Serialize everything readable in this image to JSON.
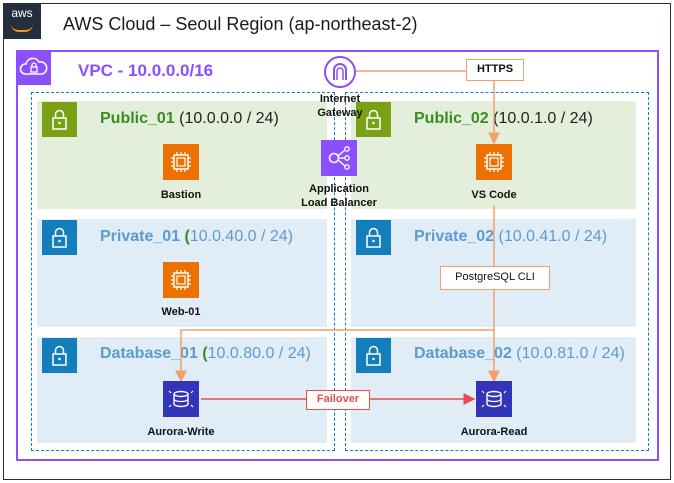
{
  "cloud": {
    "title": "AWS Cloud – Seoul Region (ap-northeast-2)",
    "logo_text": "aws"
  },
  "vpc": {
    "title": "VPC - 10.0.0.0/16"
  },
  "internet_gateway": {
    "label_line1": "Internet",
    "label_line2": "Gateway"
  },
  "load_balancer": {
    "label_line1": "Application",
    "label_line2": "Load Balancer"
  },
  "subnets": {
    "public_01": {
      "name": "Public_01",
      "cidr": " (10.0.0.0 / 24)"
    },
    "public_02": {
      "name": "Public_02",
      "cidr": " (10.0.1.0 / 24)"
    },
    "private_01": {
      "name": "Private_01",
      "cidr_open": " (",
      "cidr": "10.0.40.0 / 24)"
    },
    "private_02": {
      "name": "Private_02",
      "cidr": " (10.0.41.0 / 24)"
    },
    "database_01": {
      "name": "Database_01",
      "cidr_open": " (",
      "cidr": "10.0.80.0 / 24)"
    },
    "database_02": {
      "name": "Database_02",
      "cidr": " (10.0.81.0 / 24)"
    }
  },
  "instances": {
    "bastion": "Bastion",
    "vs_code": "VS Code",
    "web_01": "Web-01",
    "aurora_write": "Aurora-Write",
    "aurora_read": "Aurora-Read"
  },
  "connections": {
    "https": "HTTPS",
    "postgres": "PostgreSQL CLI",
    "failover": "Failover"
  },
  "colors": {
    "vpc": "#8c4fff",
    "public": "#7aa116",
    "private": "#147eba",
    "ec2": "#ed7100",
    "aurora": "#3334b9",
    "arrow_orange": "#f3a06a",
    "arrow_red": "#ea4b4b"
  },
  "icons": {
    "cloud": "aws-logo-icon",
    "vpc": "vpc-cloud-icon",
    "subnet": "lock-icon",
    "instance": "ec2-instance-icon",
    "database": "aurora-icon",
    "gateway": "internet-gateway-icon",
    "balancer": "application-load-balancer-icon"
  }
}
